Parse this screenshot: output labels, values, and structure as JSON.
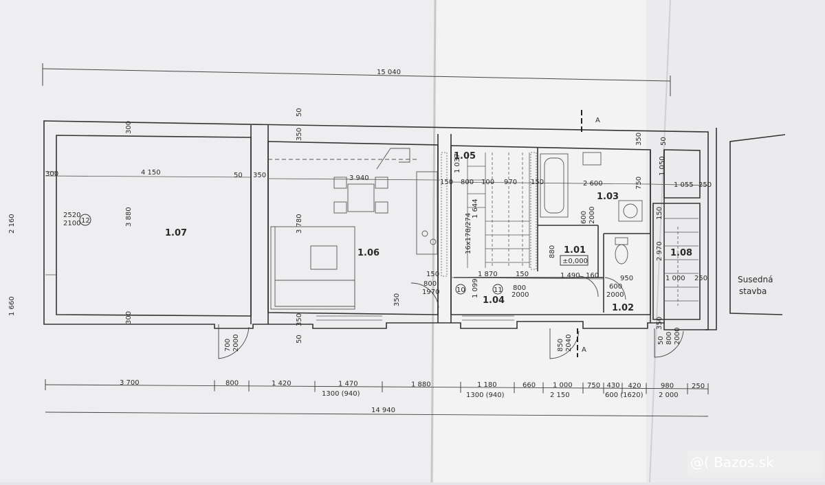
{
  "plan": {
    "overall_top": "15 040",
    "overall_bottom": "14 940",
    "rooms": {
      "r107": "1.07",
      "r106": "1.06",
      "r105": "1.05",
      "r104": "1.04",
      "r103": "1.03",
      "r101": "1.01",
      "r101_level": "±0,000",
      "r102": "1.02",
      "r108": "1.08"
    },
    "neighbor_line1": "Susedná",
    "neighbor_line2": "stavba",
    "section_mark": "A",
    "door_tag_12": "12",
    "door_tag_10": "10",
    "door_tag_11": "11",
    "bottom_dims": [
      "3 700",
      "800",
      "1 420",
      "1 470",
      "1 880",
      "1 180",
      "660",
      "1 000",
      "750",
      "430",
      "420",
      "980",
      "250"
    ],
    "bottom_sub": [
      "1300 (940)",
      "1300 (940)",
      "2 150",
      "600 (1620)",
      "2 000"
    ],
    "inner": {
      "d4150": "4 150",
      "d50a": "50",
      "d350a": "350",
      "d3940": "3 940",
      "d3880": "3 880",
      "d3780": "3 780",
      "d300a": "300",
      "d300b": "300",
      "d300c": "300",
      "d2520": "2520",
      "d2100": "2100",
      "d350b": "350",
      "d50b": "50",
      "d350c": "350",
      "d50c": "50",
      "d150a": "150",
      "d800a": "800",
      "d100": "100",
      "d970": "970",
      "d150b": "150",
      "d2600": "2 600",
      "d750": "750",
      "d1055": "1 055",
      "d1050": "1 050",
      "d250": "250",
      "d350d": "350",
      "d50d": "50",
      "d250b": "250",
      "d1037": "1 037",
      "d16x178": "16x178/274",
      "d1644": "1 644",
      "d600": "600",
      "d2000": "2000",
      "d880": "880",
      "d1870": "1 870",
      "d150c": "150",
      "d1490": "1 490",
      "d160": "160",
      "d1099": "1 099",
      "d800b": "800",
      "d1970": "1970",
      "d800c": "800",
      "d2000b": "2000",
      "d600b": "600",
      "d2000c": "2000",
      "d950": "950",
      "d2970": "2 970",
      "d1000": "1 000",
      "d150d": "150",
      "d350e": "350",
      "d700": "700",
      "d2000d": "2000",
      "d850": "850",
      "d2040": "2040",
      "d50e": "50",
      "d800d": "800",
      "d2000e": "2000",
      "d150e": "150",
      "d350f": "350",
      "d1660": "1 660",
      "d2160": "2 160"
    },
    "watermark": "@( Bazos.sk"
  }
}
